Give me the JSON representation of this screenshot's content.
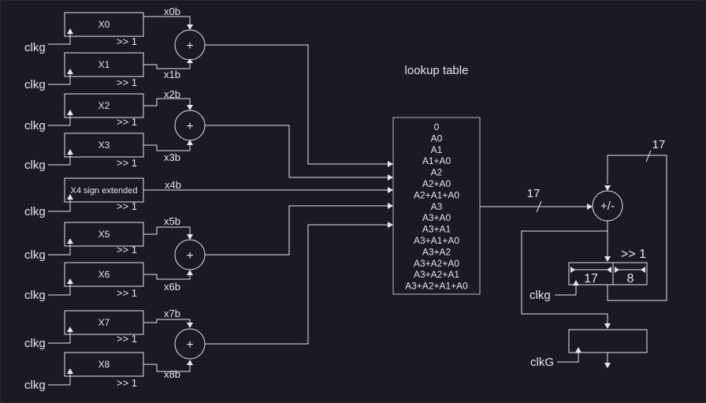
{
  "diagram": {
    "clock_label": "clkg",
    "shift_label": ">> 1",
    "registers": [
      {
        "label": "X0",
        "tap": "x0b"
      },
      {
        "label": "X1",
        "tap": "x1b"
      },
      {
        "label": "X2",
        "tap": "x2b"
      },
      {
        "label": "X3",
        "tap": "x3b"
      },
      {
        "label": "X4 sign extended",
        "tap": "x4b"
      },
      {
        "label": "X5",
        "tap": "x5b"
      },
      {
        "label": "X6",
        "tap": "x6b"
      },
      {
        "label": "X7",
        "tap": "x7b"
      },
      {
        "label": "X8",
        "tap": "x8b"
      }
    ],
    "adder_symbol": "+",
    "lookup_title": "lookup table",
    "lookup_entries": [
      "0",
      "A0",
      "A1",
      "A1+A0",
      "A2",
      "A2+A0",
      "A2+A1+A0",
      "A3",
      "A3+A0",
      "A3+A1",
      "A3+A1+A0",
      "A3+A2",
      "A3+A2+A0",
      "A3+A2+A1",
      "A3+A2+A1+A0"
    ],
    "bus_width_in": "17",
    "bus_width_fb": "17",
    "addsub_symbol": "+/-",
    "acc_shift_label": ">> 1",
    "acc_high_bits": "17",
    "acc_low_bits": "8",
    "acc_clock": "clkg",
    "out_clock": "clkG"
  }
}
